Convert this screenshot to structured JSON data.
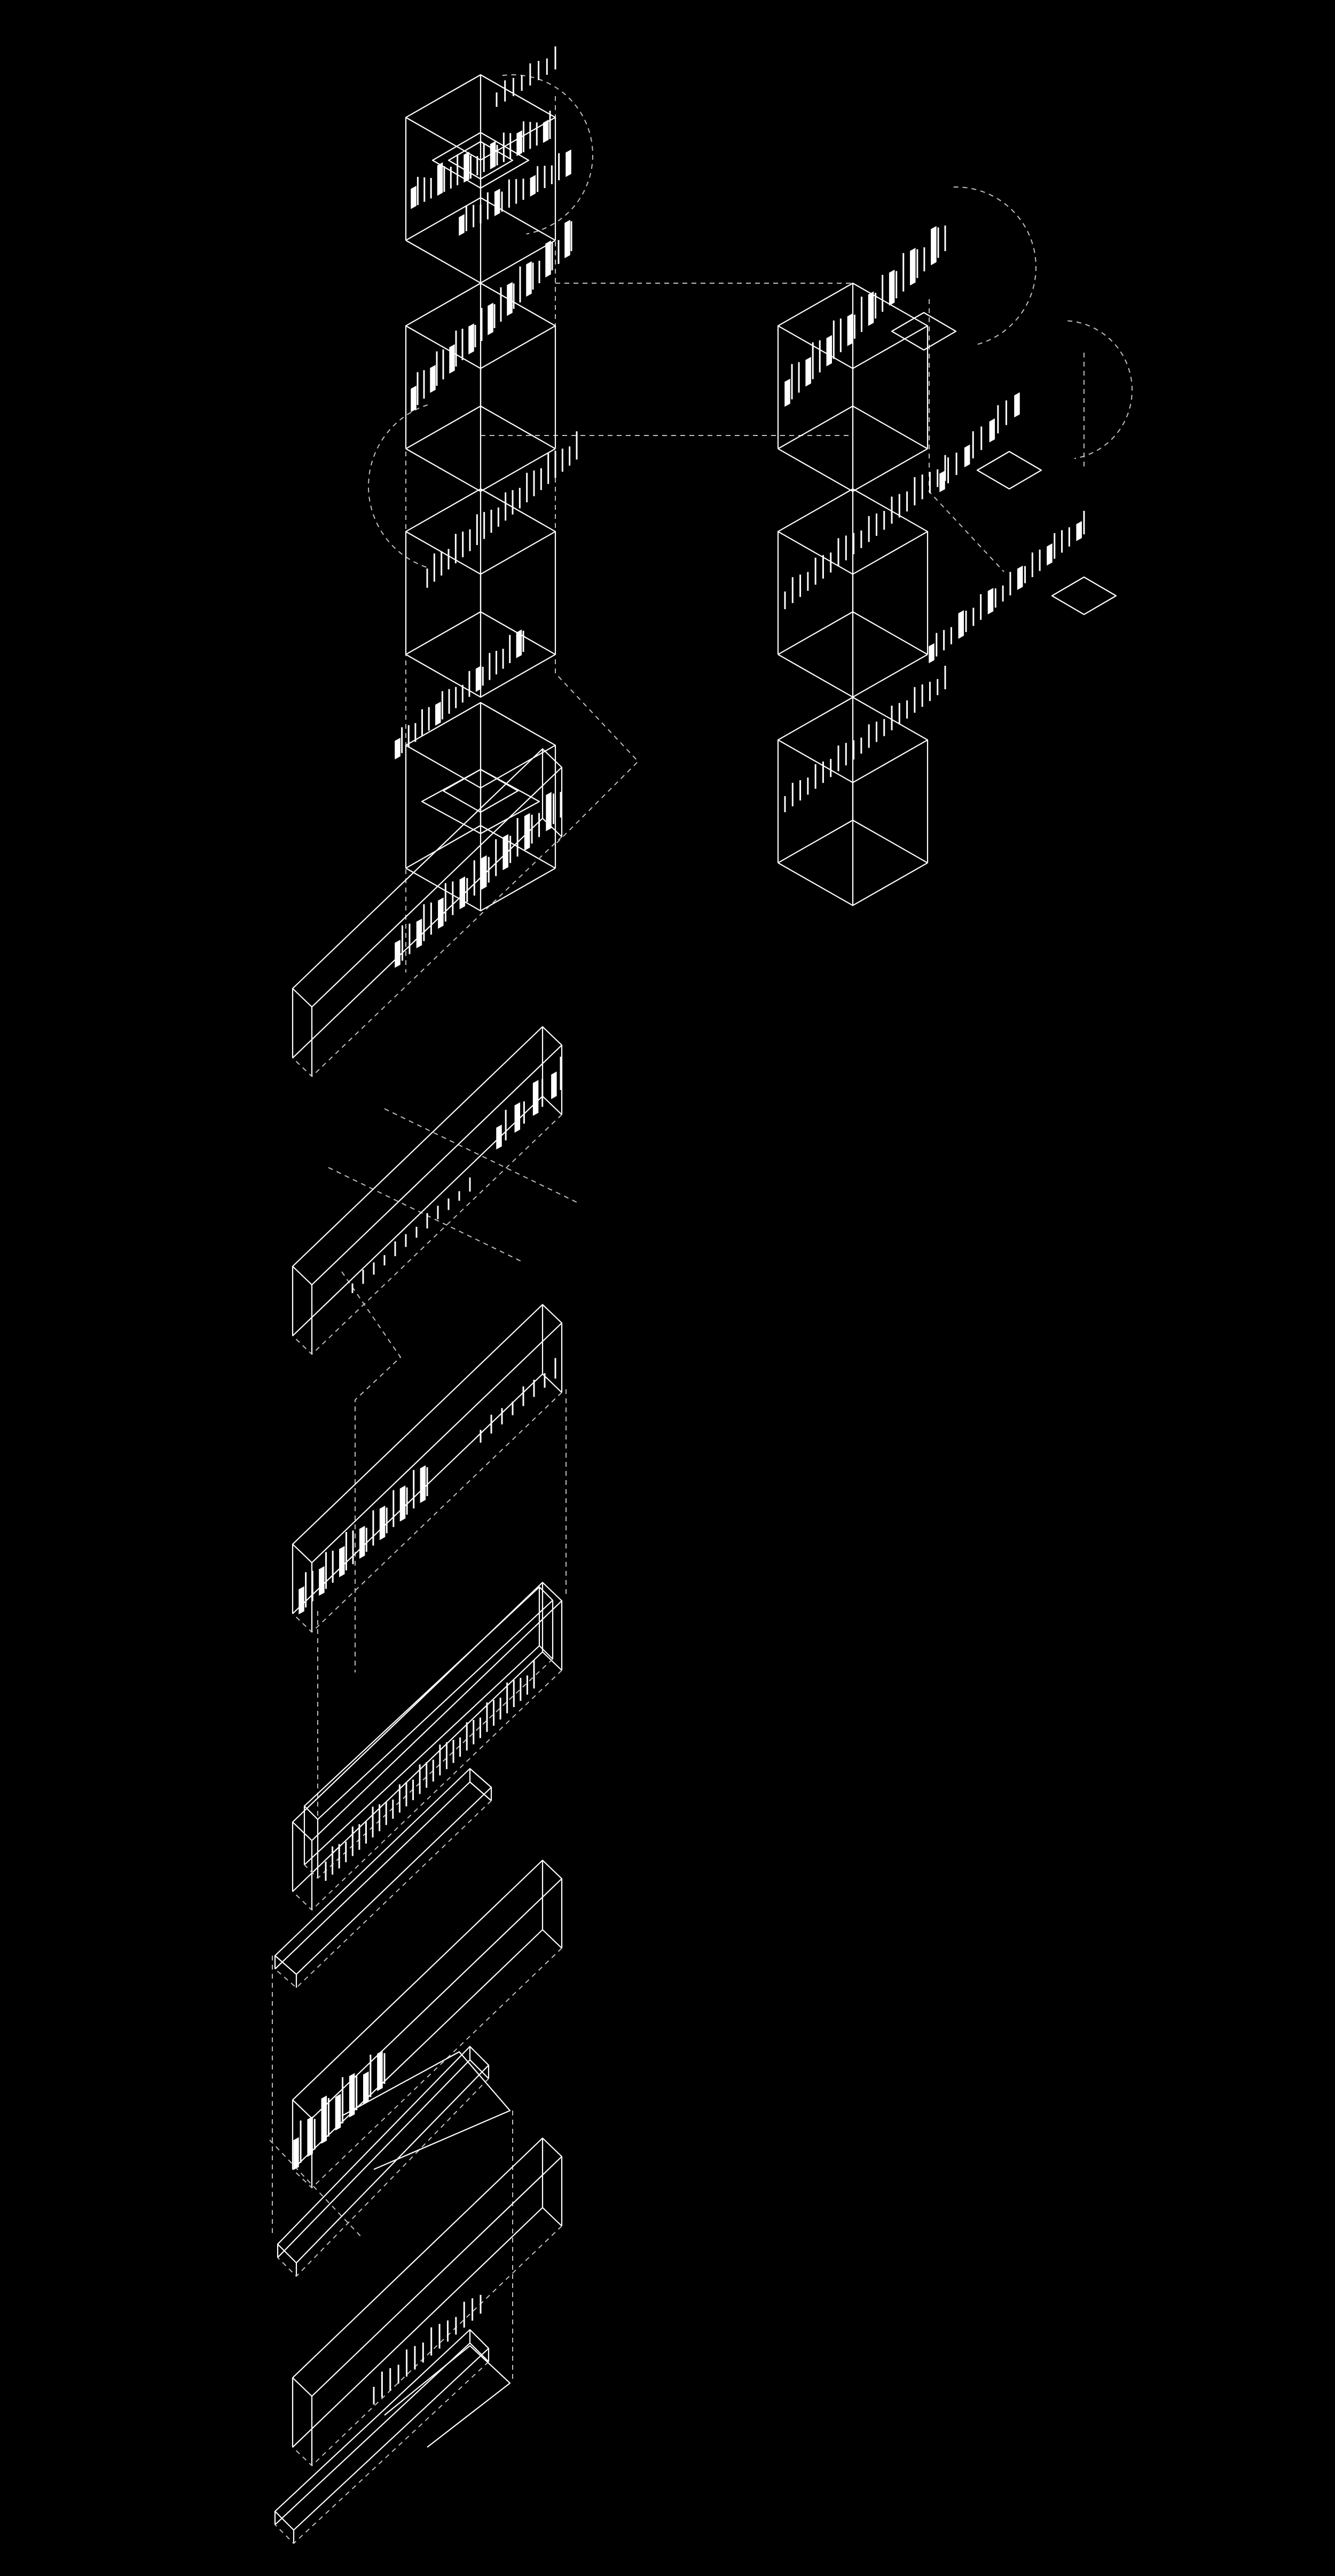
{
  "palette": {
    "background": "#000000",
    "line": "#ffffff",
    "dashed": "#bfbfbf",
    "fill": "#ffffff"
  },
  "diagram": {
    "type": "exploded-axonometric-line-drawing",
    "columns": [
      {
        "name": "left-column",
        "modules": [
          "cube-1",
          "cube-2",
          "cube-3",
          "cube-4-with-bar",
          "bar-1",
          "bar-2",
          "bar-3",
          "bar-4",
          "bar-5",
          "bar-6"
        ]
      },
      {
        "name": "right-column",
        "modules": [
          "cube-a",
          "cube-b",
          "cube-c"
        ]
      }
    ]
  }
}
